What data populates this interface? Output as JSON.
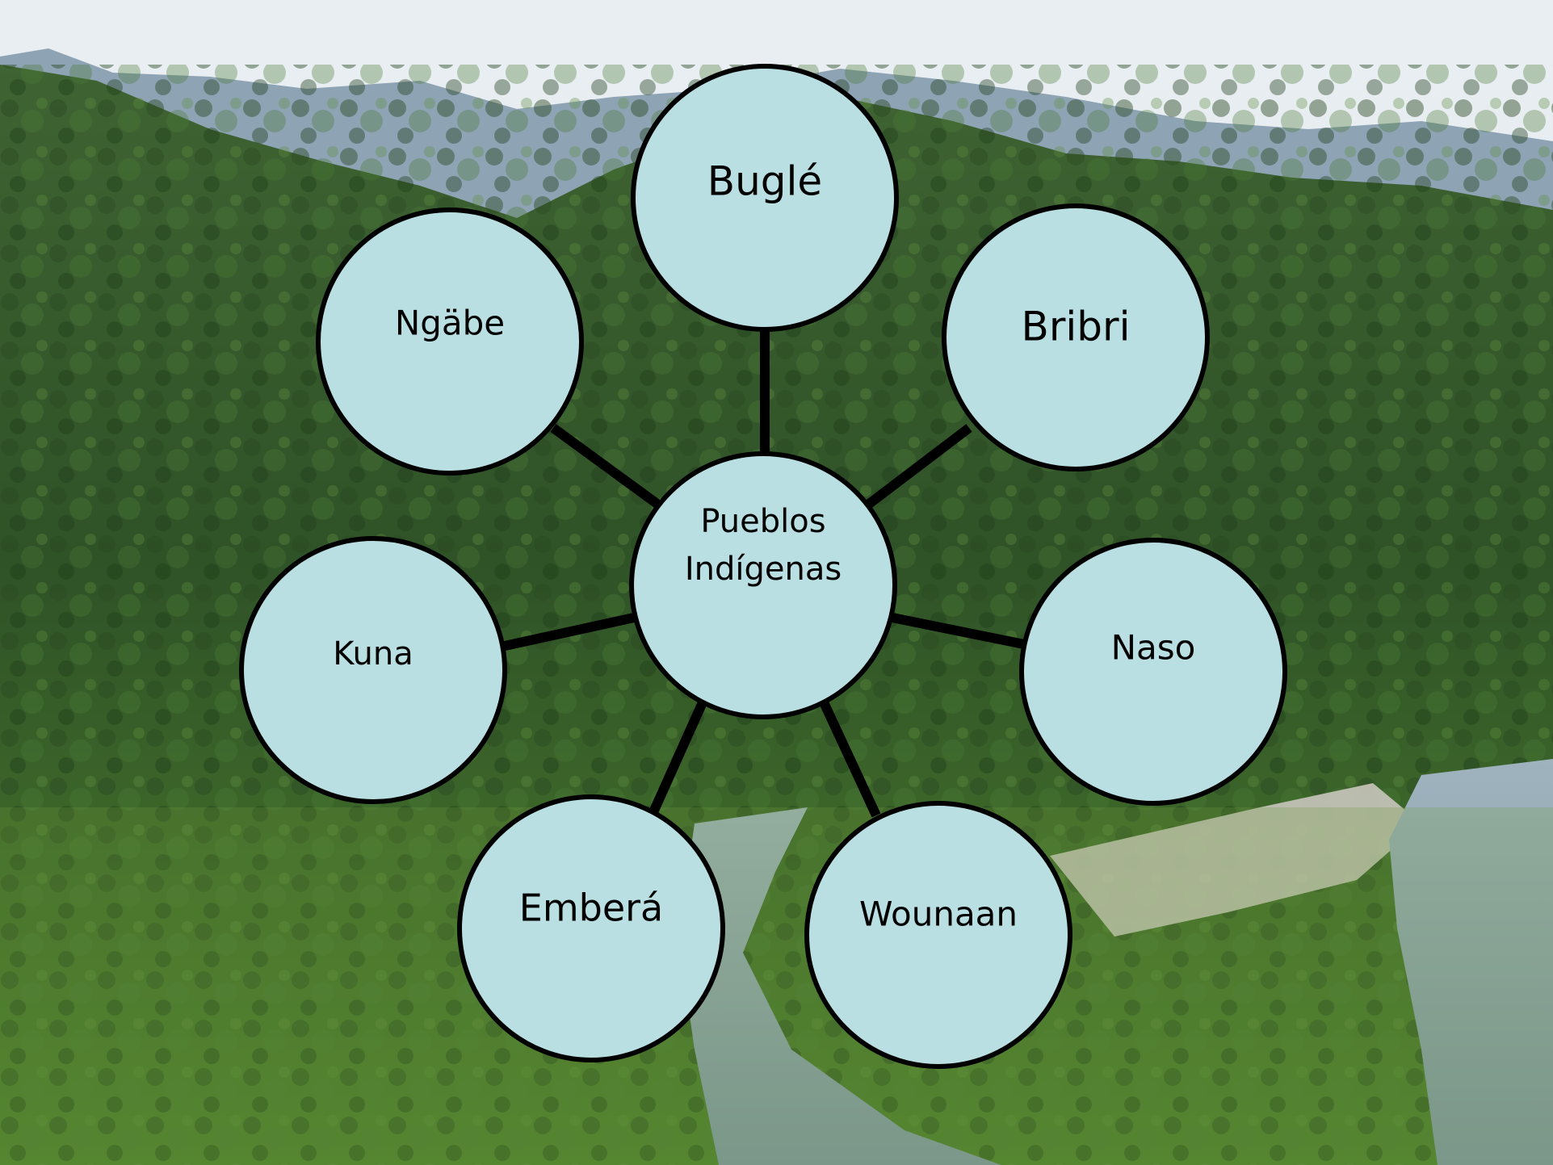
{
  "diagram": {
    "center": {
      "line1": "Pueblos",
      "line2": "Indígenas"
    },
    "nodes": [
      {
        "id": "bugle",
        "label": "Buglé"
      },
      {
        "id": "bribri",
        "label": "Bribri"
      },
      {
        "id": "naso",
        "label": "Naso"
      },
      {
        "id": "wounaan",
        "label": "Wounaan"
      },
      {
        "id": "embera",
        "label": "Emberá"
      },
      {
        "id": "kuna",
        "label": "Kuna"
      },
      {
        "id": "ngabe",
        "label": "Ngäbe"
      }
    ]
  },
  "colors": {
    "node_fill": "#b9dfe2",
    "node_stroke": "#000000",
    "connector": "#000000",
    "text": "#000000"
  }
}
